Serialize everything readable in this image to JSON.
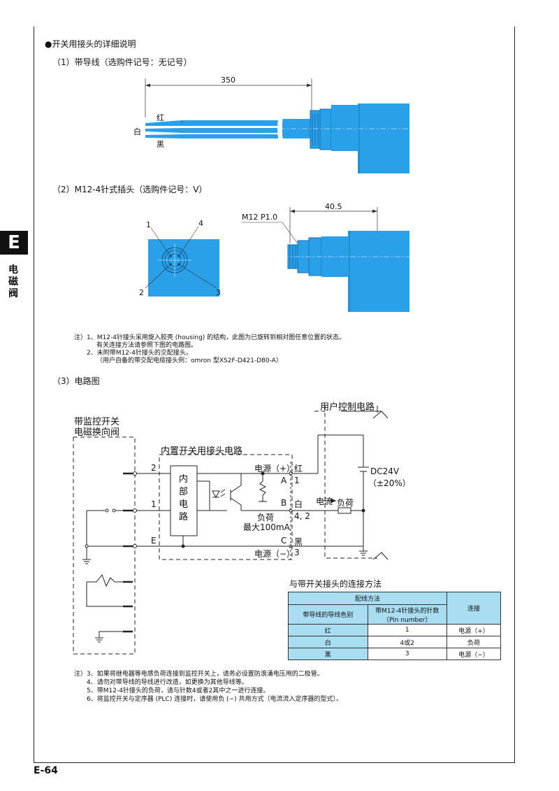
{
  "section_title": "●开关用接头的详细说明",
  "item1": {
    "title": "（1）带导线（选购件记号：无记号）",
    "dim": "350",
    "wire_red": "红",
    "wire_white": "白",
    "wire_black": "黑"
  },
  "item2": {
    "title": "（2）M12-4针式插头（选购件记号：V）",
    "pin1": "1",
    "pin2": "2",
    "pin3": "3",
    "pin4": "4",
    "thread": "M12   P1.0",
    "dim": "40.5"
  },
  "notes_a": [
    "注）1、M12-4针接头采用旋入胶壳 (housing) 的结构，此图为已旋转到相对图任意位置的状态。",
    "有关连接方法请参照下图的电路图。",
    "2、未附带M12-4针接头的交配接头。",
    "（用户自备的带交配电缆接头例：omron 型XS2F-D421-D80-A）"
  ],
  "item3": {
    "title": "（3）电路图",
    "valve_label_1": "带监控开关",
    "valve_label_2": "电磁换向阀",
    "internal_title": "内置开关用接头电路",
    "internal_block": [
      "内",
      "部",
      "电",
      "路"
    ],
    "user_circuit": "用户控制电路",
    "pin_2": "2",
    "pin_1": "1",
    "pin_e": "E",
    "pwr_plus": "电源（+）",
    "pwr_minus": "电源（−）",
    "a": "A",
    "b": "B",
    "c": "C",
    "red": "红",
    "white": "白",
    "black": "黑",
    "n1": "1",
    "n42": "4, 2",
    "n3": "3",
    "load": "负荷",
    "load_max": "最大100mA",
    "current": "电流",
    "load2": "负荷",
    "dc": "DC24V",
    "dc_tol": "（±20%）"
  },
  "conn_table": {
    "title": "与带开关接头的连接方法",
    "h_wiring": "配线方法",
    "h_color": "带导线的导线色别",
    "h_pins": "带M12-4针接头的针数",
    "h_pins2": "（Pin number）",
    "h_conn": "连接",
    "rows": [
      {
        "color": "红",
        "pin": "1",
        "conn": "电源（+）"
      },
      {
        "color": "白",
        "pin": "4或2",
        "conn": "负荷"
      },
      {
        "color": "黑",
        "pin": "3",
        "conn": "电源（−）"
      }
    ]
  },
  "notes_b": [
    "注）3、如果将继电器等电感负荷连接到监控开关上，请务必设置防浪涌电压用的二极管。",
    "4、请勿对带导线的导线进行改造，如更换为其他导线等。",
    "5、带M12-4针接头的负荷，请与针数4或者2其中之一进行连接。",
    "6、将监控开关与定序器 (PLC) 连接时，请使用负 (−) 共用方式（电流流入定序器的型式）。"
  ],
  "side_tab": "E",
  "side_category": "电磁阀",
  "page_number": "E-64",
  "colors": {
    "connector": "#2aa0e8",
    "table_header": "#a9ddf2"
  }
}
